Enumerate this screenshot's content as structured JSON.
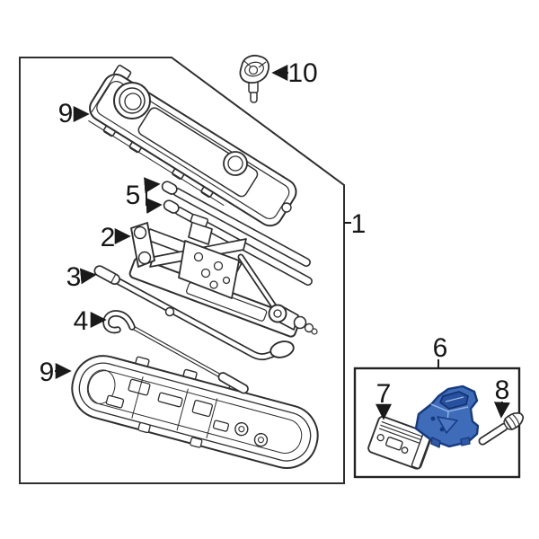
{
  "page": {
    "kind": "exploded-parts-diagram",
    "subject": "jack-and-tool-kit",
    "background_color": "#ffffff"
  },
  "diagram": {
    "line_color": "#2e2e2e",
    "border_color": "#2f2f2f",
    "callout_color": "#161616",
    "highlight_fill": "#3e6cb8",
    "highlight_dark": "#163a80",
    "highlight_light": "#7d9fd6"
  },
  "callouts": [
    {
      "text": "9",
      "target": "jack-cover"
    },
    {
      "text": "10",
      "target": "wing-bolt"
    },
    {
      "text": "5",
      "target": "extension-rods"
    },
    {
      "text": "2",
      "target": "scissor-jack"
    },
    {
      "text": "3",
      "target": "jack-handle-rod"
    },
    {
      "text": "4",
      "target": "hook-rod"
    },
    {
      "text": "9",
      "target": "jack-tray"
    },
    {
      "text": "1",
      "target": "jack-kit-assembly"
    },
    {
      "text": "6",
      "target": "bracket-kit-inset"
    },
    {
      "text": "7",
      "target": "retainer-plate"
    },
    {
      "text": "8",
      "target": "mounting-bolt"
    }
  ]
}
